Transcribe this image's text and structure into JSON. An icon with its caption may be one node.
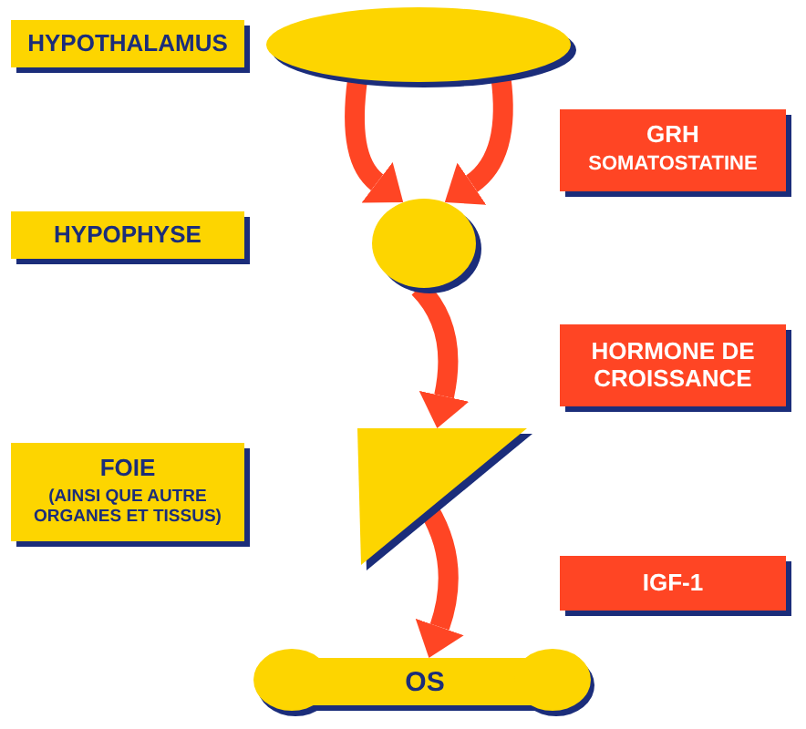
{
  "diagram": {
    "nodes": [
      {
        "text": [
          "HYPOTHALAMUS"
        ]
      },
      {
        "text": [],
        "shape": "ellipse"
      },
      {
        "text": [
          "GRH",
          "SOMATOSTATINE"
        ]
      },
      {
        "text": [
          "HYPOPHYSE"
        ]
      },
      {
        "text": [],
        "shape": "circle"
      },
      {
        "text": [
          "HORMONE DE CROISSANCE"
        ]
      },
      {
        "text": [
          "FOIE",
          "(AINSI QUE AUTRE ORGANES ET TISSUS)"
        ]
      },
      {
        "text": [],
        "shape": "triangle"
      },
      {
        "text": [
          "IGF-1"
        ]
      },
      {
        "text": [
          "OS"
        ]
      }
    ],
    "edges": [
      {
        "from": 1,
        "to": 4,
        "arrow": "to"
      },
      {
        "from": 1,
        "to": 4,
        "arrow": "to"
      },
      {
        "from": 4,
        "to": 7,
        "arrow": "to"
      },
      {
        "from": 7,
        "to": 9,
        "arrow": "to"
      }
    ]
  }
}
